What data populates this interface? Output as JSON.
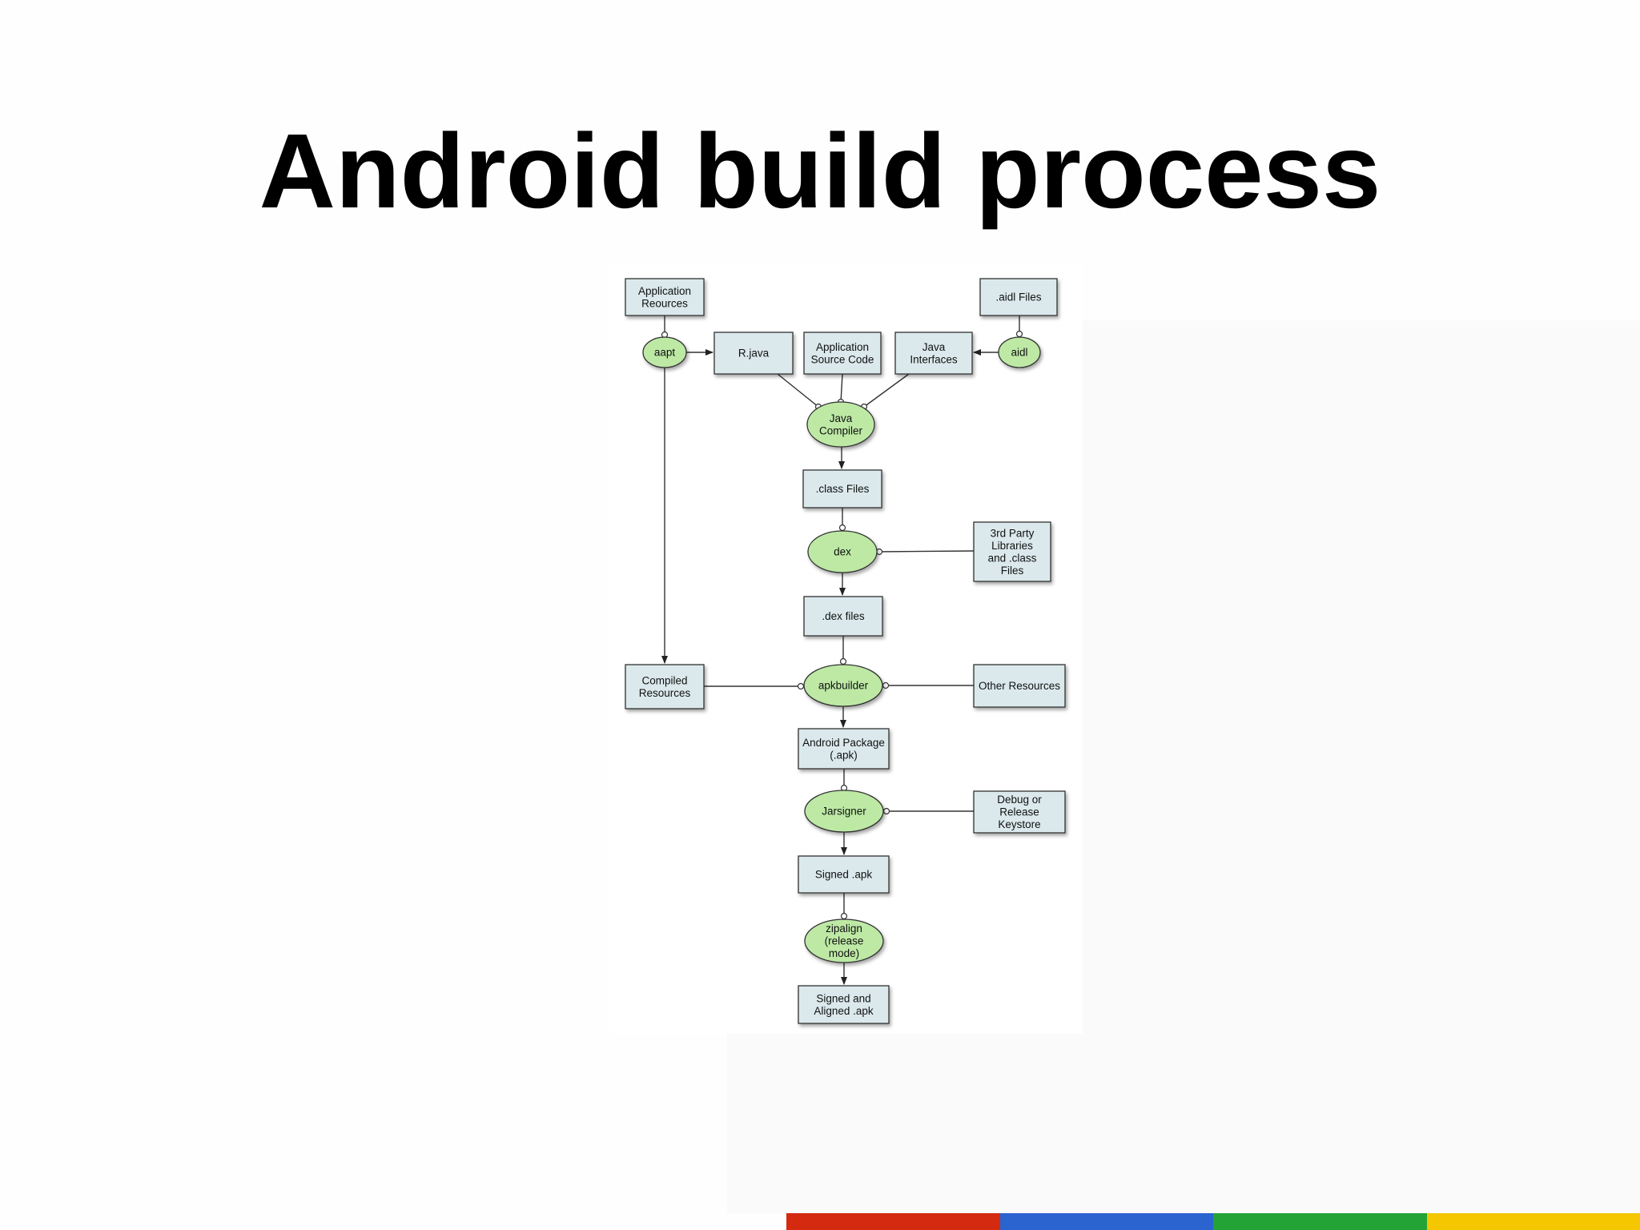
{
  "title": "Android build process",
  "colors": {
    "box_fill": "#dbe9ec",
    "ellipse_fill": "#bde9a5",
    "stroke": "#333333",
    "brand_red": "#d42a10",
    "brand_blue": "#2b63cf",
    "brand_green": "#23a336",
    "brand_yellow": "#f5c700"
  },
  "diagram": {
    "boxes": [
      {
        "id": "app_resources",
        "lines": [
          "Application",
          "Reources"
        ]
      },
      {
        "id": "aidl_files",
        "lines": [
          ".aidl Files"
        ]
      },
      {
        "id": "r_java",
        "lines": [
          "R.java"
        ]
      },
      {
        "id": "app_source",
        "lines": [
          "Application",
          "Source Code"
        ]
      },
      {
        "id": "java_interfaces",
        "lines": [
          "Java",
          "Interfaces"
        ]
      },
      {
        "id": "class_files",
        "lines": [
          ".class Files"
        ]
      },
      {
        "id": "third_party",
        "lines": [
          "3rd Party",
          "Libraries",
          "and .class",
          "Files"
        ]
      },
      {
        "id": "dex_files",
        "lines": [
          ".dex files"
        ]
      },
      {
        "id": "compiled_resources",
        "lines": [
          "Compiled",
          "Resources"
        ]
      },
      {
        "id": "other_resources",
        "lines": [
          "Other Resources"
        ]
      },
      {
        "id": "android_package",
        "lines": [
          "Android Package",
          "(.apk)"
        ]
      },
      {
        "id": "keystore",
        "lines": [
          "Debug or",
          "Release",
          "Keystore"
        ]
      },
      {
        "id": "signed_apk",
        "lines": [
          "Signed .apk"
        ]
      },
      {
        "id": "signed_aligned",
        "lines": [
          "Signed and",
          "Aligned .apk"
        ]
      }
    ],
    "processes": [
      {
        "id": "aapt",
        "lines": [
          "aapt"
        ]
      },
      {
        "id": "aidl",
        "lines": [
          "aidl"
        ]
      },
      {
        "id": "java_compiler",
        "lines": [
          "Java",
          "Compiler"
        ]
      },
      {
        "id": "dex",
        "lines": [
          "dex"
        ]
      },
      {
        "id": "apkbuilder",
        "lines": [
          "apkbuilder"
        ]
      },
      {
        "id": "jarsigner",
        "lines": [
          "Jarsigner"
        ]
      },
      {
        "id": "zipalign",
        "lines": [
          "zipalign",
          "(release",
          "mode)"
        ]
      }
    ],
    "edges": [
      {
        "from": "app_resources",
        "to": "aapt",
        "type": "input"
      },
      {
        "from": "aapt",
        "to": "r_java",
        "type": "output"
      },
      {
        "from": "aapt",
        "to": "compiled_resources",
        "type": "output"
      },
      {
        "from": "aidl_files",
        "to": "aidl",
        "type": "input"
      },
      {
        "from": "aidl",
        "to": "java_interfaces",
        "type": "output"
      },
      {
        "from": "r_java",
        "to": "java_compiler",
        "type": "input"
      },
      {
        "from": "app_source",
        "to": "java_compiler",
        "type": "input"
      },
      {
        "from": "java_interfaces",
        "to": "java_compiler",
        "type": "input"
      },
      {
        "from": "java_compiler",
        "to": "class_files",
        "type": "output"
      },
      {
        "from": "class_files",
        "to": "dex",
        "type": "input"
      },
      {
        "from": "third_party",
        "to": "dex",
        "type": "input"
      },
      {
        "from": "dex",
        "to": "dex_files",
        "type": "output"
      },
      {
        "from": "dex_files",
        "to": "apkbuilder",
        "type": "input"
      },
      {
        "from": "compiled_resources",
        "to": "apkbuilder",
        "type": "input"
      },
      {
        "from": "other_resources",
        "to": "apkbuilder",
        "type": "input"
      },
      {
        "from": "apkbuilder",
        "to": "android_package",
        "type": "output"
      },
      {
        "from": "android_package",
        "to": "jarsigner",
        "type": "input"
      },
      {
        "from": "keystore",
        "to": "jarsigner",
        "type": "input"
      },
      {
        "from": "jarsigner",
        "to": "signed_apk",
        "type": "output"
      },
      {
        "from": "signed_apk",
        "to": "zipalign",
        "type": "input"
      },
      {
        "from": "zipalign",
        "to": "signed_aligned",
        "type": "output"
      }
    ]
  }
}
